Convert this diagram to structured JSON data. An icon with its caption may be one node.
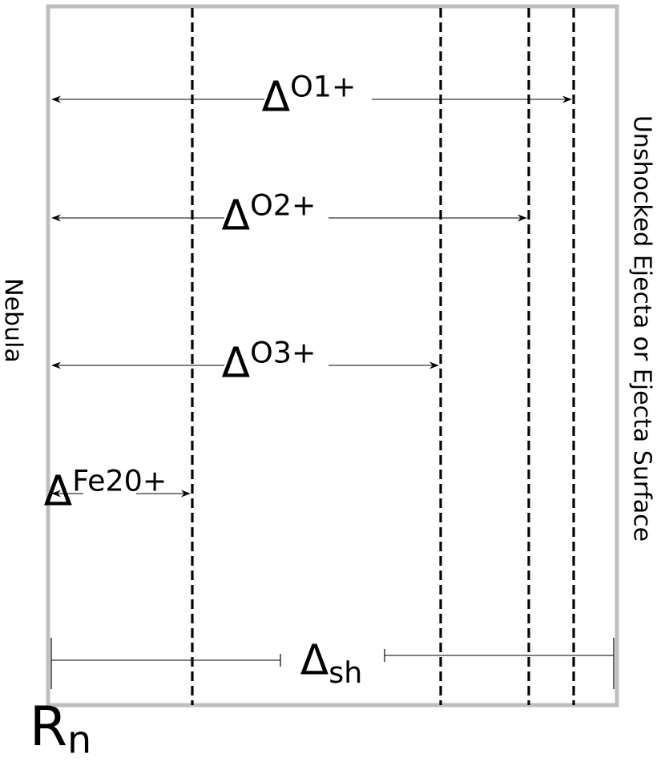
{
  "diagram": {
    "labels": [
      "Nebula",
      "Δ$^{O1+}$",
      "Δ$^{O2+}$",
      "Δ$^{O3+}$",
      "Δ$^{Fe20+}$",
      "Unshocked Ejecta or Ejecta Surface",
      "Δ$_{sh}$",
      "R$_{n}$"
    ]
  }
}
